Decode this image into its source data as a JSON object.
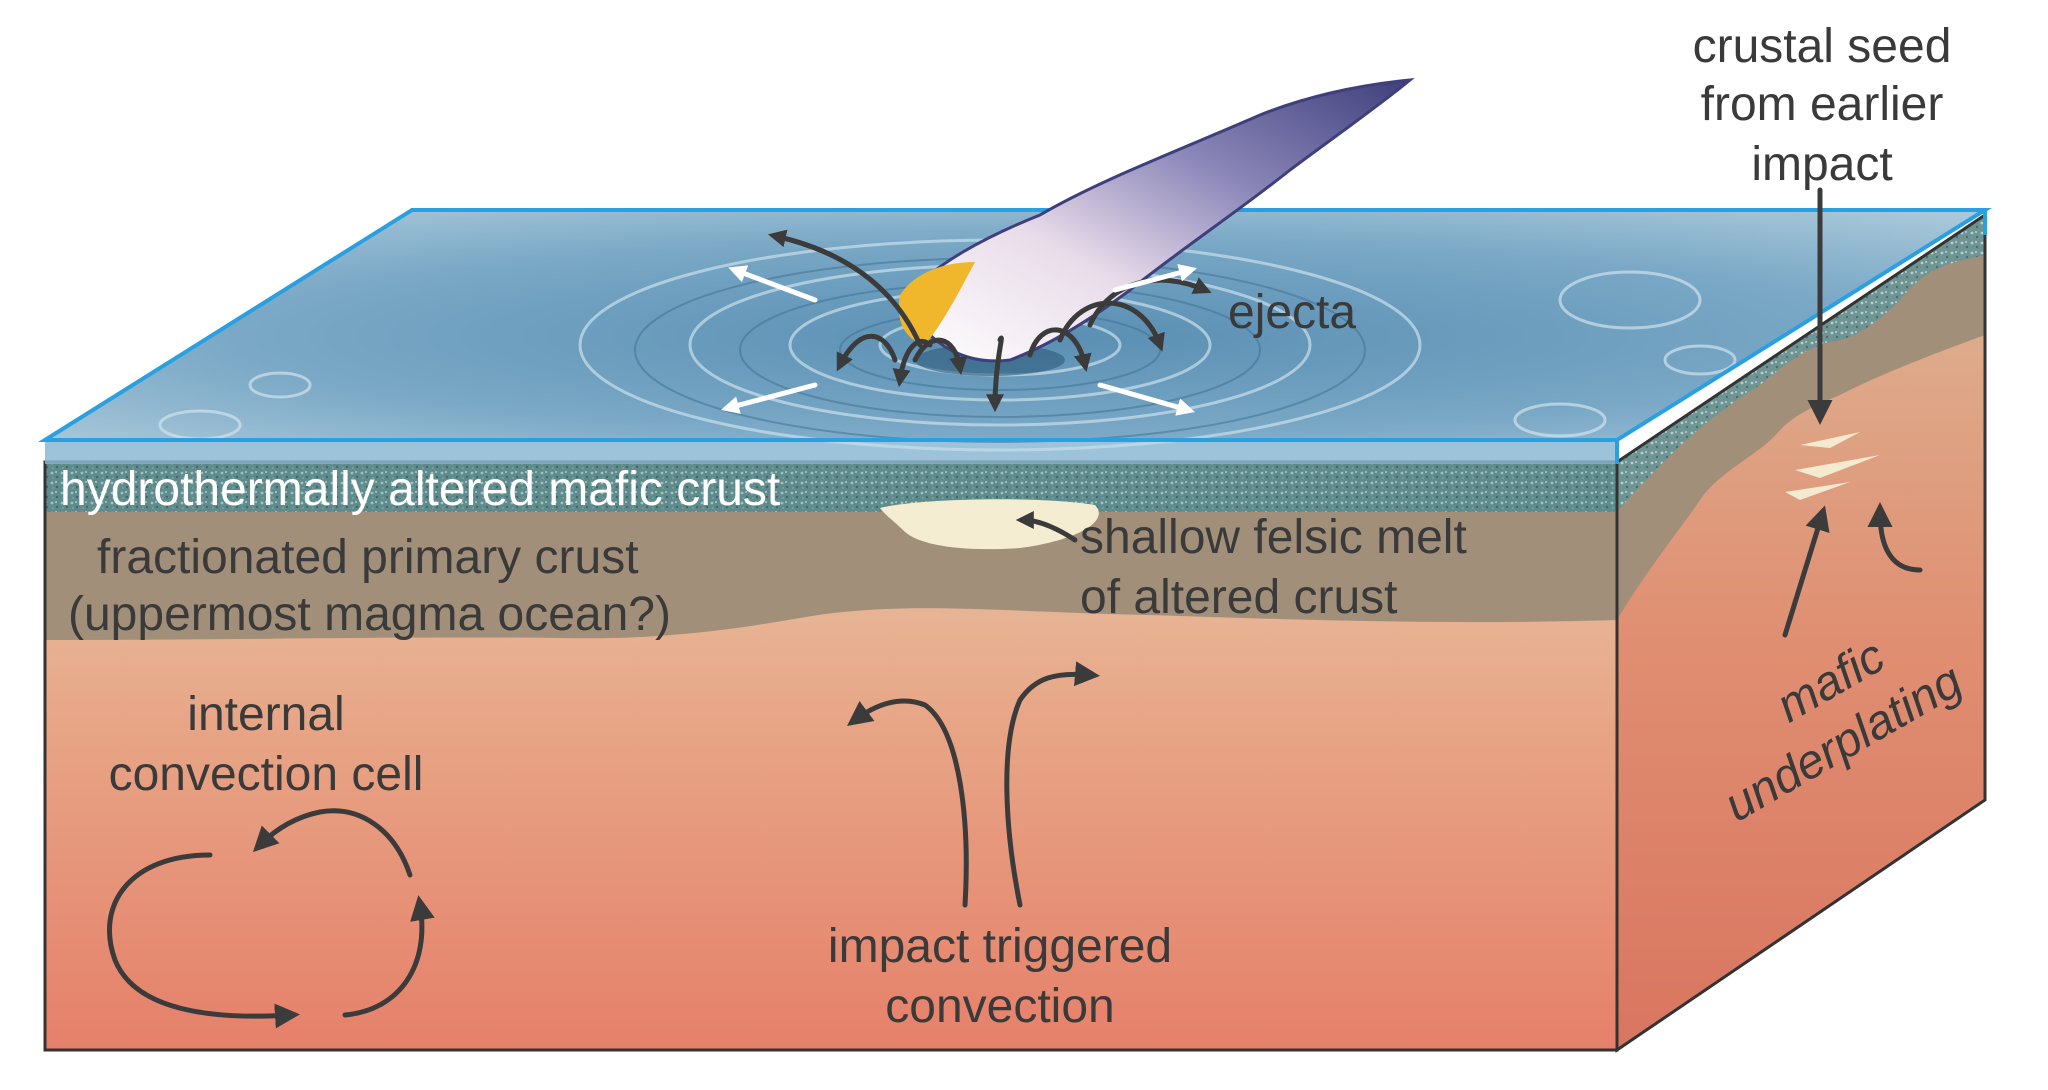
{
  "title": "D Early crustal nuclei development",
  "labels": {
    "ejecta": "ejecta",
    "crustal_seed": [
      "crustal seed",
      "from earlier",
      "impact"
    ],
    "hydrothermal": "hydrothermally altered mafic crust",
    "fractionated": [
      "fractionated primary crust",
      "(uppermost magma ocean?)"
    ],
    "shallow_felsic": [
      "shallow felsic melt",
      "of altered crust"
    ],
    "internal_convection": [
      "internal",
      "convection cell"
    ],
    "impact_convection": [
      "impact triggered",
      "convection"
    ],
    "mafic_underplating": [
      "mafic",
      "underplating"
    ]
  },
  "colors": {
    "ocean": "#6fa3c4",
    "ocean_edge": "#38a3dc",
    "altered_crust": "#5e8c8a",
    "primary_crust": "#a18f78",
    "mantle_top": "#e5c4a4",
    "mantle_bottom": "#e7806a",
    "felsic_melt": "#f4ecd0",
    "arrow": "#3b3b3b"
  }
}
